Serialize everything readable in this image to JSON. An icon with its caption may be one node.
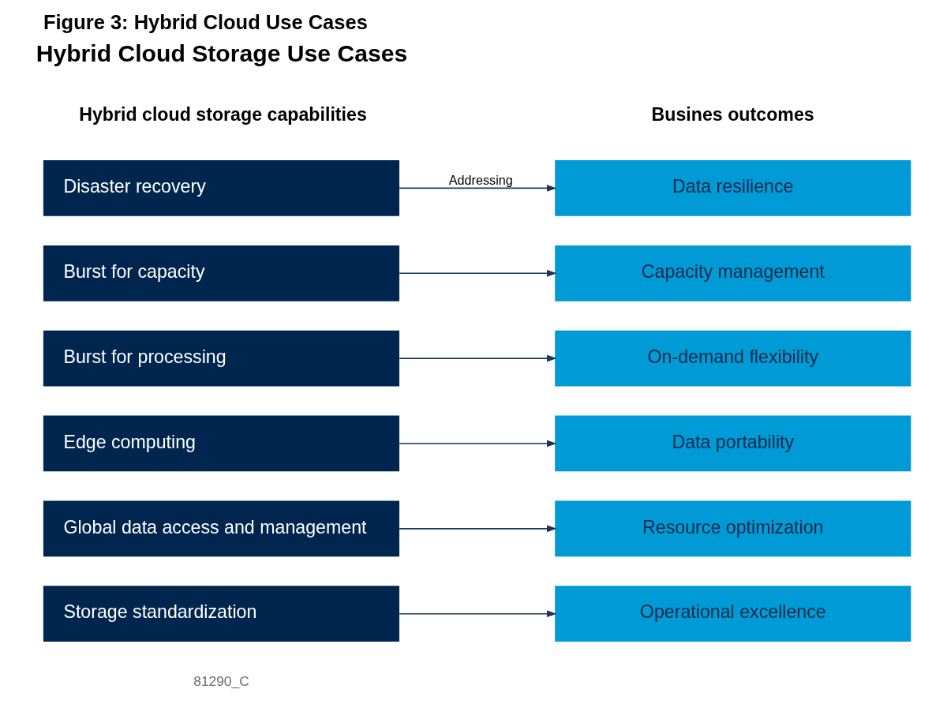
{
  "diagram": {
    "title": "Figure 3: Hybrid Cloud Use Cases",
    "nodes": [
      {
        "text": [
          "Disaster recovery"
        ]
      },
      {
        "text": [
          "Data resilience"
        ]
      },
      {
        "text": [
          "Burst for capacity"
        ]
      },
      {
        "text": [
          "Capacity management"
        ]
      },
      {
        "text": [
          "Burst for processing"
        ]
      },
      {
        "text": [
          "On-demand flexibility"
        ]
      },
      {
        "text": [
          "Edge computing"
        ]
      },
      {
        "text": [
          "Data portability"
        ]
      },
      {
        "text": [
          "Global data access and management"
        ]
      },
      {
        "text": [
          "Resource optimization"
        ]
      },
      {
        "text": [
          "Storage standardization"
        ]
      },
      {
        "text": [
          "Operational excellence"
        ]
      }
    ],
    "edges": [
      {
        "from": 0,
        "to": 1,
        "arrow": "to",
        "label": "Addressing"
      },
      {
        "from": 2,
        "to": 3,
        "arrow": "to"
      },
      {
        "from": 4,
        "to": 5,
        "arrow": "to"
      },
      {
        "from": 6,
        "to": 7,
        "arrow": "to"
      },
      {
        "from": 8,
        "to": 9,
        "arrow": "to"
      },
      {
        "from": 10,
        "to": 11,
        "arrow": "to"
      }
    ],
    "labels": [
      "Hybrid Cloud Storage Use Cases",
      "Hybrid cloud storage capabilities",
      "Busines outcomes",
      "81290_C"
    ]
  }
}
